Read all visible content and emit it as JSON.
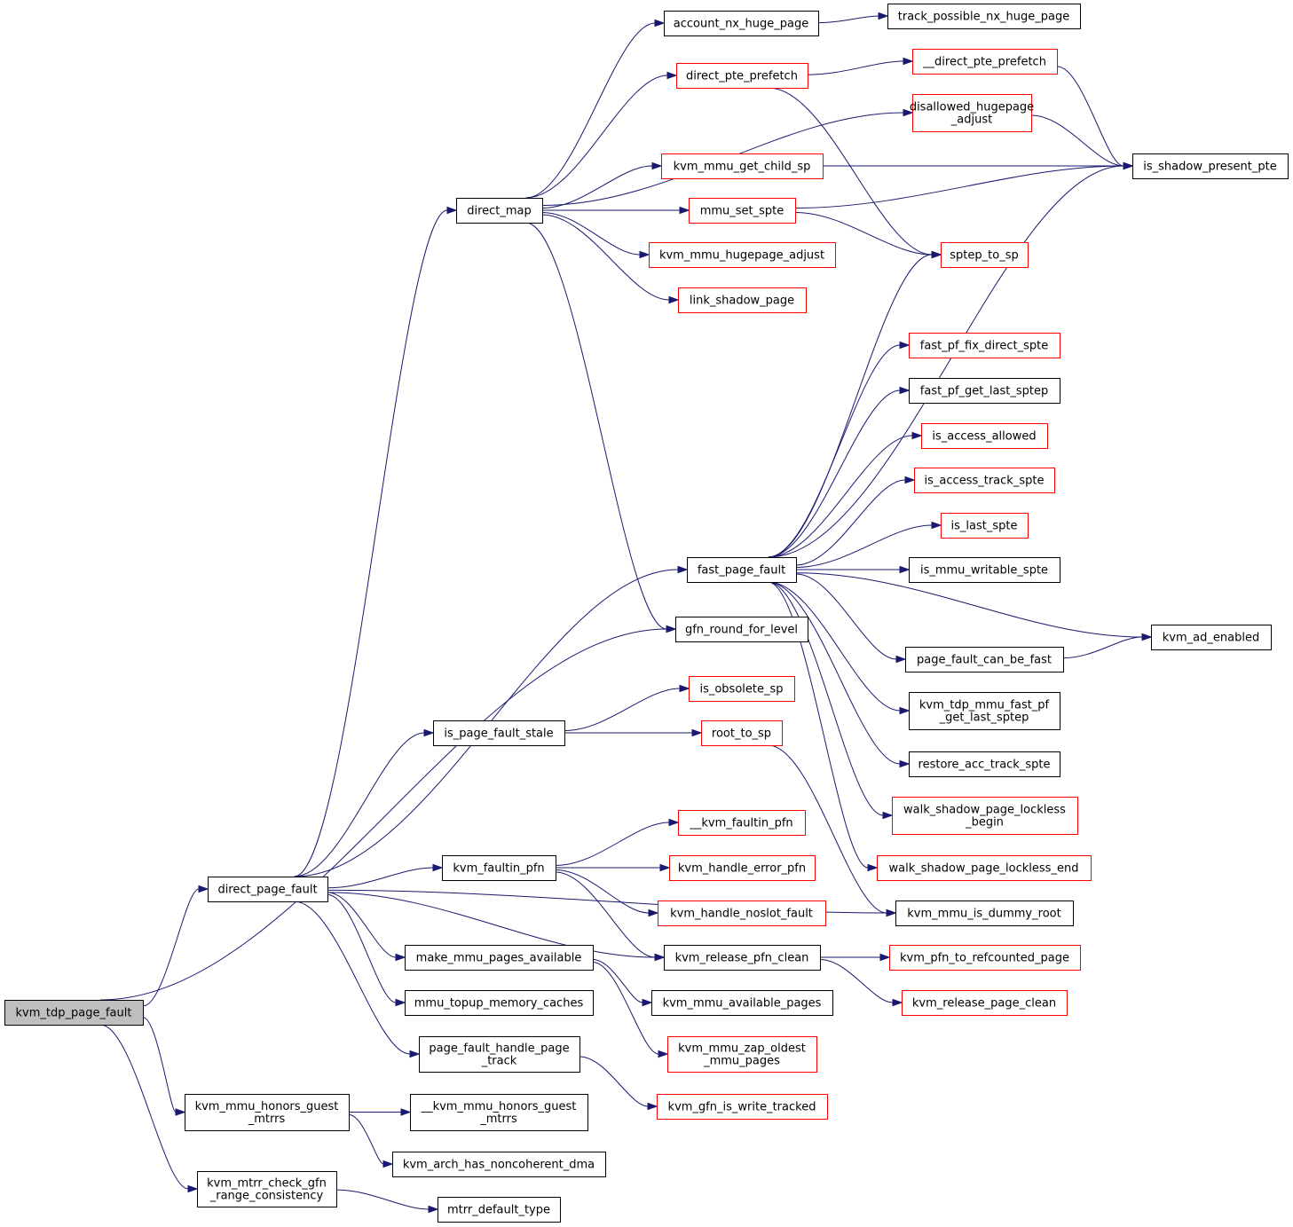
{
  "colors": {
    "edge": "#191970",
    "node_border_black": "#000000",
    "node_border_red": "#ff0000",
    "root_fill": "#bfbfbf"
  },
  "nodes": [
    {
      "id": "kvm_tdp_page_fault",
      "lines": [
        "kvm_tdp_page_fault"
      ],
      "border": "black",
      "root": true
    },
    {
      "id": "direct_page_fault",
      "lines": [
        "direct_page_fault"
      ],
      "border": "black"
    },
    {
      "id": "kvm_mmu_honors_guest_mtrrs",
      "lines": [
        "kvm_mmu_honors_guest",
        "_mtrrs"
      ],
      "border": "black"
    },
    {
      "id": "kvm_mtrr_check_gfn_range_consistency",
      "lines": [
        "kvm_mtrr_check_gfn",
        "_range_consistency"
      ],
      "border": "black"
    },
    {
      "id": "direct_map",
      "lines": [
        "direct_map"
      ],
      "border": "black"
    },
    {
      "id": "is_page_fault_stale",
      "lines": [
        "is_page_fault_stale"
      ],
      "border": "black"
    },
    {
      "id": "kvm_faultin_pfn",
      "lines": [
        "kvm_faultin_pfn"
      ],
      "border": "black"
    },
    {
      "id": "make_mmu_pages_available",
      "lines": [
        "make_mmu_pages_available"
      ],
      "border": "black"
    },
    {
      "id": "mmu_topup_memory_caches",
      "lines": [
        "mmu_topup_memory_caches"
      ],
      "border": "black"
    },
    {
      "id": "page_fault_handle_page_track",
      "lines": [
        "page_fault_handle_page",
        "_track"
      ],
      "border": "black"
    },
    {
      "id": "__kvm_mmu_honors_guest_mtrrs",
      "lines": [
        "__kvm_mmu_honors_guest",
        "_mtrrs"
      ],
      "border": "black"
    },
    {
      "id": "kvm_arch_has_noncoherent_dma",
      "lines": [
        "kvm_arch_has_noncoherent_dma"
      ],
      "border": "black"
    },
    {
      "id": "mtrr_default_type",
      "lines": [
        "mtrr_default_type"
      ],
      "border": "black"
    },
    {
      "id": "account_nx_huge_page",
      "lines": [
        "account_nx_huge_page"
      ],
      "border": "black"
    },
    {
      "id": "direct_pte_prefetch",
      "lines": [
        "direct_pte_prefetch"
      ],
      "border": "red"
    },
    {
      "id": "kvm_mmu_get_child_sp",
      "lines": [
        "kvm_mmu_get_child_sp"
      ],
      "border": "red"
    },
    {
      "id": "mmu_set_spte",
      "lines": [
        "mmu_set_spte"
      ],
      "border": "red"
    },
    {
      "id": "kvm_mmu_hugepage_adjust",
      "lines": [
        "kvm_mmu_hugepage_adjust"
      ],
      "border": "red"
    },
    {
      "id": "link_shadow_page",
      "lines": [
        "link_shadow_page"
      ],
      "border": "red"
    },
    {
      "id": "fast_page_fault",
      "lines": [
        "fast_page_fault"
      ],
      "border": "black"
    },
    {
      "id": "gfn_round_for_level",
      "lines": [
        "gfn_round_for_level"
      ],
      "border": "black"
    },
    {
      "id": "is_obsolete_sp",
      "lines": [
        "is_obsolete_sp"
      ],
      "border": "red"
    },
    {
      "id": "root_to_sp",
      "lines": [
        "root_to_sp"
      ],
      "border": "red"
    },
    {
      "id": "__kvm_faultin_pfn",
      "lines": [
        "__kvm_faultin_pfn"
      ],
      "border": "red"
    },
    {
      "id": "kvm_handle_error_pfn",
      "lines": [
        "kvm_handle_error_pfn"
      ],
      "border": "red"
    },
    {
      "id": "kvm_handle_noslot_fault",
      "lines": [
        "kvm_handle_noslot_fault"
      ],
      "border": "red"
    },
    {
      "id": "kvm_release_pfn_clean",
      "lines": [
        "kvm_release_pfn_clean"
      ],
      "border": "black"
    },
    {
      "id": "kvm_mmu_available_pages",
      "lines": [
        "kvm_mmu_available_pages"
      ],
      "border": "black"
    },
    {
      "id": "kvm_mmu_zap_oldest_mmu_pages",
      "lines": [
        "kvm_mmu_zap_oldest",
        "_mmu_pages"
      ],
      "border": "red"
    },
    {
      "id": "kvm_gfn_is_write_tracked",
      "lines": [
        "kvm_gfn_is_write_tracked"
      ],
      "border": "red"
    },
    {
      "id": "track_possible_nx_huge_page",
      "lines": [
        "track_possible_nx_huge_page"
      ],
      "border": "black"
    },
    {
      "id": "__direct_pte_prefetch",
      "lines": [
        "__direct_pte_prefetch"
      ],
      "border": "red"
    },
    {
      "id": "disallowed_hugepage_adjust",
      "lines": [
        "disallowed_hugepage",
        "_adjust"
      ],
      "border": "red"
    },
    {
      "id": "sptep_to_sp",
      "lines": [
        "sptep_to_sp"
      ],
      "border": "red"
    },
    {
      "id": "fast_pf_fix_direct_spte",
      "lines": [
        "fast_pf_fix_direct_spte"
      ],
      "border": "red"
    },
    {
      "id": "fast_pf_get_last_sptep",
      "lines": [
        "fast_pf_get_last_sptep"
      ],
      "border": "black"
    },
    {
      "id": "is_access_allowed",
      "lines": [
        "is_access_allowed"
      ],
      "border": "red"
    },
    {
      "id": "is_access_track_spte",
      "lines": [
        "is_access_track_spte"
      ],
      "border": "red"
    },
    {
      "id": "is_last_spte",
      "lines": [
        "is_last_spte"
      ],
      "border": "red"
    },
    {
      "id": "is_mmu_writable_spte",
      "lines": [
        "is_mmu_writable_spte"
      ],
      "border": "black"
    },
    {
      "id": "page_fault_can_be_fast",
      "lines": [
        "page_fault_can_be_fast"
      ],
      "border": "black"
    },
    {
      "id": "kvm_tdp_mmu_fast_pf_get_last_sptep",
      "lines": [
        "kvm_tdp_mmu_fast_pf",
        "_get_last_sptep"
      ],
      "border": "black"
    },
    {
      "id": "restore_acc_track_spte",
      "lines": [
        "restore_acc_track_spte"
      ],
      "border": "black"
    },
    {
      "id": "walk_shadow_page_lockless_begin",
      "lines": [
        "walk_shadow_page_lockless",
        "_begin"
      ],
      "border": "red"
    },
    {
      "id": "walk_shadow_page_lockless_end",
      "lines": [
        "walk_shadow_page_lockless_end"
      ],
      "border": "red"
    },
    {
      "id": "kvm_mmu_is_dummy_root",
      "lines": [
        "kvm_mmu_is_dummy_root"
      ],
      "border": "black"
    },
    {
      "id": "kvm_pfn_to_refcounted_page",
      "lines": [
        "kvm_pfn_to_refcounted_page"
      ],
      "border": "red"
    },
    {
      "id": "kvm_release_page_clean",
      "lines": [
        "kvm_release_page_clean"
      ],
      "border": "red"
    },
    {
      "id": "is_shadow_present_pte",
      "lines": [
        "is_shadow_present_pte"
      ],
      "border": "black"
    },
    {
      "id": "kvm_ad_enabled",
      "lines": [
        "kvm_ad_enabled"
      ],
      "border": "black"
    }
  ],
  "edges": [
    [
      "kvm_tdp_page_fault",
      "direct_page_fault"
    ],
    [
      "kvm_tdp_page_fault",
      "gfn_round_for_level"
    ],
    [
      "kvm_tdp_page_fault",
      "kvm_mmu_honors_guest_mtrrs"
    ],
    [
      "kvm_tdp_page_fault",
      "kvm_mtrr_check_gfn_range_consistency"
    ],
    [
      "direct_page_fault",
      "direct_map"
    ],
    [
      "direct_page_fault",
      "fast_page_fault"
    ],
    [
      "direct_page_fault",
      "is_page_fault_stale"
    ],
    [
      "direct_page_fault",
      "kvm_mmu_is_dummy_root"
    ],
    [
      "direct_page_fault",
      "kvm_faultin_pfn"
    ],
    [
      "direct_page_fault",
      "kvm_release_pfn_clean"
    ],
    [
      "direct_page_fault",
      "make_mmu_pages_available"
    ],
    [
      "direct_page_fault",
      "mmu_topup_memory_caches"
    ],
    [
      "direct_page_fault",
      "page_fault_handle_page_track"
    ],
    [
      "direct_map",
      "account_nx_huge_page"
    ],
    [
      "direct_map",
      "direct_pte_prefetch"
    ],
    [
      "direct_map",
      "disallowed_hugepage_adjust"
    ],
    [
      "direct_map",
      "kvm_mmu_get_child_sp"
    ],
    [
      "direct_map",
      "mmu_set_spte"
    ],
    [
      "direct_map",
      "kvm_mmu_hugepage_adjust"
    ],
    [
      "direct_map",
      "link_shadow_page"
    ],
    [
      "direct_map",
      "gfn_round_for_level"
    ],
    [
      "account_nx_huge_page",
      "track_possible_nx_huge_page"
    ],
    [
      "direct_pte_prefetch",
      "__direct_pte_prefetch"
    ],
    [
      "direct_pte_prefetch",
      "sptep_to_sp"
    ],
    [
      "__direct_pte_prefetch",
      "is_shadow_present_pte"
    ],
    [
      "disallowed_hugepage_adjust",
      "is_shadow_present_pte"
    ],
    [
      "kvm_mmu_get_child_sp",
      "is_shadow_present_pte"
    ],
    [
      "mmu_set_spte",
      "is_shadow_present_pte"
    ],
    [
      "mmu_set_spte",
      "sptep_to_sp"
    ],
    [
      "fast_page_fault",
      "sptep_to_sp"
    ],
    [
      "fast_page_fault",
      "is_shadow_present_pte"
    ],
    [
      "fast_page_fault",
      "fast_pf_fix_direct_spte"
    ],
    [
      "fast_page_fault",
      "fast_pf_get_last_sptep"
    ],
    [
      "fast_page_fault",
      "is_access_allowed"
    ],
    [
      "fast_page_fault",
      "is_access_track_spte"
    ],
    [
      "fast_page_fault",
      "is_last_spte"
    ],
    [
      "fast_page_fault",
      "is_mmu_writable_spte"
    ],
    [
      "fast_page_fault",
      "kvm_ad_enabled"
    ],
    [
      "fast_page_fault",
      "page_fault_can_be_fast"
    ],
    [
      "fast_page_fault",
      "kvm_tdp_mmu_fast_pf_get_last_sptep"
    ],
    [
      "fast_page_fault",
      "restore_acc_track_spte"
    ],
    [
      "fast_page_fault",
      "walk_shadow_page_lockless_begin"
    ],
    [
      "fast_page_fault",
      "walk_shadow_page_lockless_end"
    ],
    [
      "page_fault_can_be_fast",
      "kvm_ad_enabled"
    ],
    [
      "is_page_fault_stale",
      "is_obsolete_sp"
    ],
    [
      "is_page_fault_stale",
      "root_to_sp"
    ],
    [
      "root_to_sp",
      "kvm_mmu_is_dummy_root"
    ],
    [
      "kvm_faultin_pfn",
      "__kvm_faultin_pfn"
    ],
    [
      "kvm_faultin_pfn",
      "kvm_handle_error_pfn"
    ],
    [
      "kvm_faultin_pfn",
      "kvm_handle_noslot_fault"
    ],
    [
      "kvm_faultin_pfn",
      "kvm_release_pfn_clean"
    ],
    [
      "kvm_release_pfn_clean",
      "kvm_pfn_to_refcounted_page"
    ],
    [
      "kvm_release_pfn_clean",
      "kvm_release_page_clean"
    ],
    [
      "make_mmu_pages_available",
      "kvm_mmu_available_pages"
    ],
    [
      "make_mmu_pages_available",
      "kvm_mmu_zap_oldest_mmu_pages"
    ],
    [
      "page_fault_handle_page_track",
      "kvm_gfn_is_write_tracked"
    ],
    [
      "kvm_mmu_honors_guest_mtrrs",
      "__kvm_mmu_honors_guest_mtrrs"
    ],
    [
      "kvm_mmu_honors_guest_mtrrs",
      "kvm_arch_has_noncoherent_dma"
    ],
    [
      "kvm_mtrr_check_gfn_range_consistency",
      "mtrr_default_type"
    ]
  ]
}
